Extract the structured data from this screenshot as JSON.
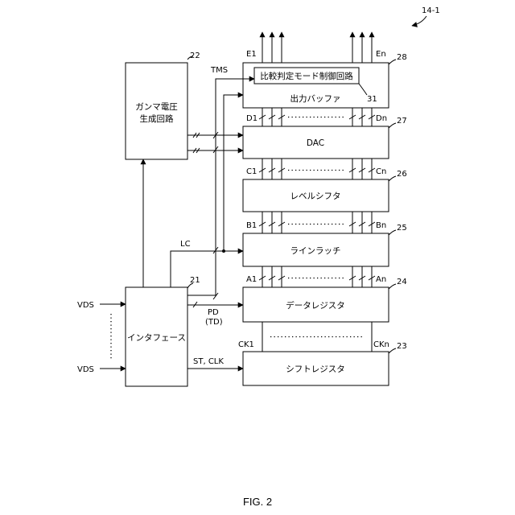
{
  "figure_ref": "14-1",
  "caption": "FIG. 2",
  "blocks": {
    "gamma": {
      "ref": "22",
      "line1": "ガンマ電圧",
      "line2": "生成回路"
    },
    "output_buffer": {
      "ref": "28",
      "label": "出力バッファ"
    },
    "compare_circuit": {
      "ref": "31",
      "label": "比較判定モード制御回路"
    },
    "dac": {
      "ref": "27",
      "label": "DAC"
    },
    "level_shifter": {
      "ref": "26",
      "label": "レベルシフタ"
    },
    "line_latch": {
      "ref": "25",
      "label": "ラインラッチ"
    },
    "data_register": {
      "ref": "24",
      "label": "データレジスタ"
    },
    "shift_register": {
      "ref": "23",
      "label": "シフトレジスタ"
    },
    "interface": {
      "ref": "21",
      "label": "インタフェース"
    }
  },
  "signals": {
    "tms": "TMS",
    "lc": "LC",
    "pd": "PD",
    "td": "(TD)",
    "st_clk": "ST, CLK",
    "vds_top": "VDS",
    "vds_bottom": "VDS",
    "e1": "E1",
    "en": "En",
    "d1": "D1",
    "dn": "Dn",
    "c1": "C1",
    "cn": "Cn",
    "b1": "B1",
    "bn": "Bn",
    "a1": "A1",
    "an": "An",
    "ck1": "CK1",
    "ckn": "CKn"
  }
}
